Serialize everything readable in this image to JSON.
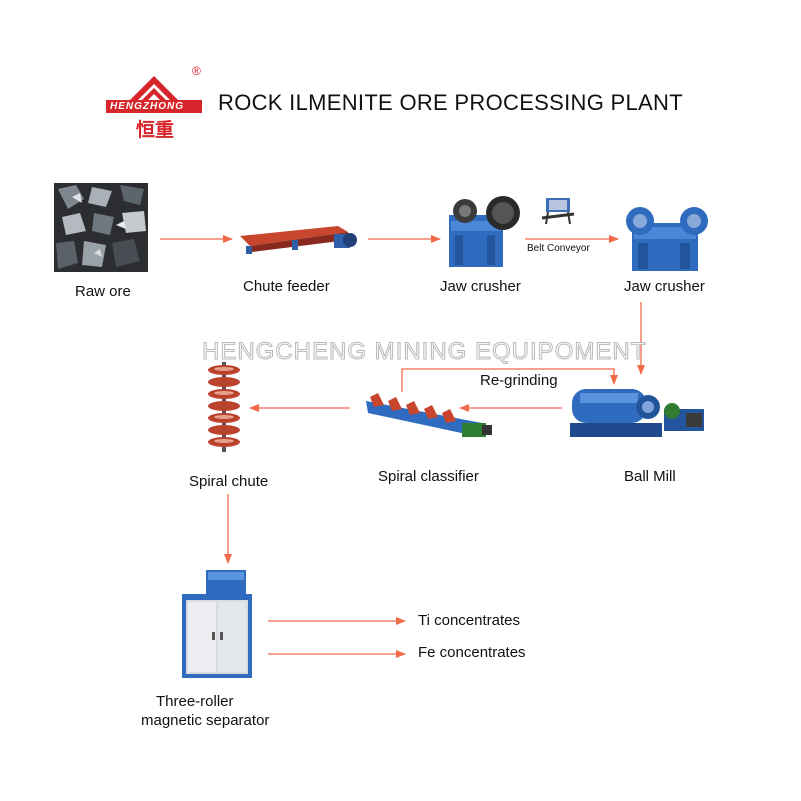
{
  "header": {
    "title": "ROCK ILMENITE ORE PROCESSING PLANT",
    "brand": "HENGZHONG",
    "brand_cn": "恒重",
    "registered_mark": "®"
  },
  "watermark": "HENGCHENG MINING EQUIPOMENT",
  "steps": {
    "raw_ore": "Raw ore",
    "chute_feeder": "Chute feeder",
    "jaw_crusher_1": "Jaw crusher",
    "belt_conveyor": "Belt Conveyor",
    "jaw_crusher_2": "Jaw crusher",
    "ball_mill": "Ball Mill",
    "regrinding": "Re-grinding",
    "spiral_classifier": "Spiral classifier",
    "spiral_chute": "Spiral chute",
    "separator_line1": "Three-roller",
    "separator_line2": "magnetic separator",
    "ti_output": "Ti concentrates",
    "fe_output": "Fe concentrates"
  },
  "colors": {
    "arrow": "#f26a4a",
    "brand_red": "#d7262b",
    "machine_blue": "#2f5fa7"
  }
}
